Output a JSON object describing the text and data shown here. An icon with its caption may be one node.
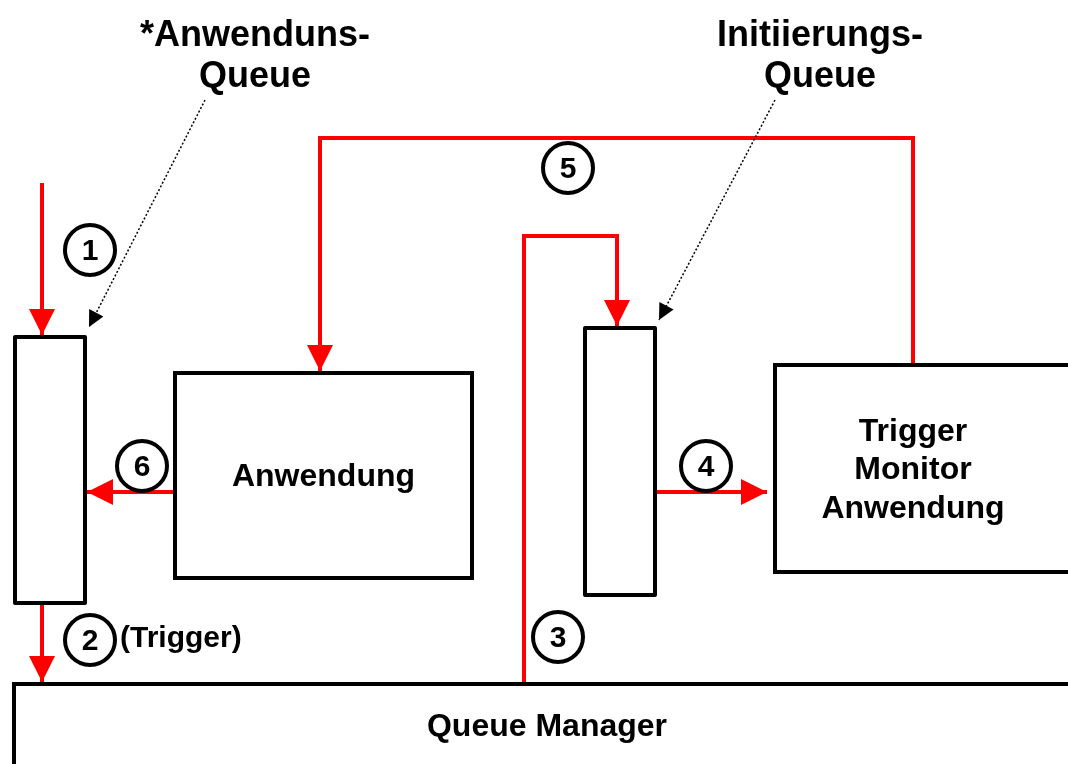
{
  "diagram": {
    "nodes": [
      {
        "text": [
          "*Anwenduns- Queue"
        ]
      },
      {
        "text": [],
        "shape": "bar"
      },
      {
        "text": [
          "Anwendung"
        ]
      },
      {
        "text": [
          "Initiierungs- Queue"
        ]
      },
      {
        "text": [],
        "shape": "bar"
      },
      {
        "text": [
          "Trigger Monitor Anwendung"
        ]
      },
      {
        "text": [
          "Queue Manager"
        ]
      }
    ],
    "edges": [
      {
        "from": null,
        "to": 1,
        "arrow": "to",
        "label": "1"
      },
      {
        "from": 0,
        "to": 1,
        "arrow": "to",
        "style": "dashed",
        "color": "#000000"
      },
      {
        "from": 1,
        "to": 6,
        "arrow": "to",
        "label": "2"
      },
      {
        "from": 6,
        "to": 4,
        "arrow": "to",
        "label": "3"
      },
      {
        "from": 4,
        "to": 5,
        "arrow": "to",
        "label": "4"
      },
      {
        "from": 5,
        "to": 2,
        "arrow": "to",
        "label": "5"
      },
      {
        "from": 2,
        "to": 1,
        "arrow": "to",
        "label": "6"
      },
      {
        "from": 3,
        "to": 4,
        "arrow": "to",
        "style": "dashed",
        "color": "#000000"
      }
    ],
    "labels": [
      "(Trigger)"
    ]
  }
}
